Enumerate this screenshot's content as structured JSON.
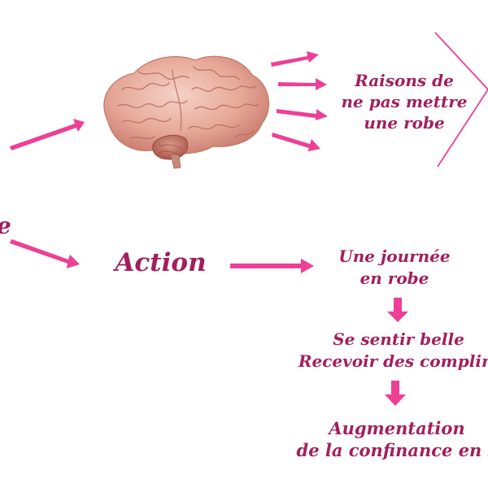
{
  "colors": {
    "arrow": "#ee3f96",
    "text": "#a31f5c",
    "brain_light": "#f2c3b6",
    "brain_mid": "#dc9382",
    "brain_dark": "#b05d4f"
  },
  "icons": {
    "brain": "brain-image"
  },
  "labels": {
    "reasons": [
      "Raisons de",
      "ne pas mettre",
      "une robe"
    ],
    "left_fragment": "e",
    "action": "Action",
    "day_in_dress": [
      "Une journée",
      "en robe"
    ],
    "feel_beautiful": [
      "Se sentir belle",
      "Recevoir des complim"
    ],
    "confidence": [
      "Augmentation",
      "de la confinance en s"
    ]
  }
}
